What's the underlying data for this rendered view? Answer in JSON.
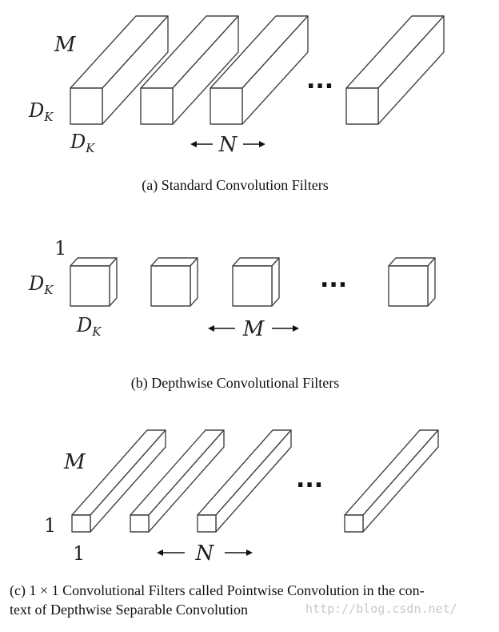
{
  "panel_a": {
    "depth_label": "M",
    "height_label": "D",
    "height_sub": "K",
    "width_label": "D",
    "width_sub": "K",
    "count_label": "N",
    "ellipsis": "...",
    "caption": "(a) Standard Convolution Filters"
  },
  "panel_b": {
    "depth_label": "1",
    "height_label": "D",
    "height_sub": "K",
    "width_label": "D",
    "width_sub": "K",
    "count_label": "M",
    "ellipsis": "...",
    "caption": "(b) Depthwise Convolutional Filters"
  },
  "panel_c": {
    "depth_label": "M",
    "height_label": "1",
    "width_label": "1",
    "count_label": "N",
    "ellipsis": "...",
    "caption_line1": "(c) 1 × 1 Convolutional Filters called Pointwise Convolution in the con-",
    "caption_line2": "text of Depthwise Separable Convolution"
  },
  "watermark": "http://blog.csdn.net/"
}
